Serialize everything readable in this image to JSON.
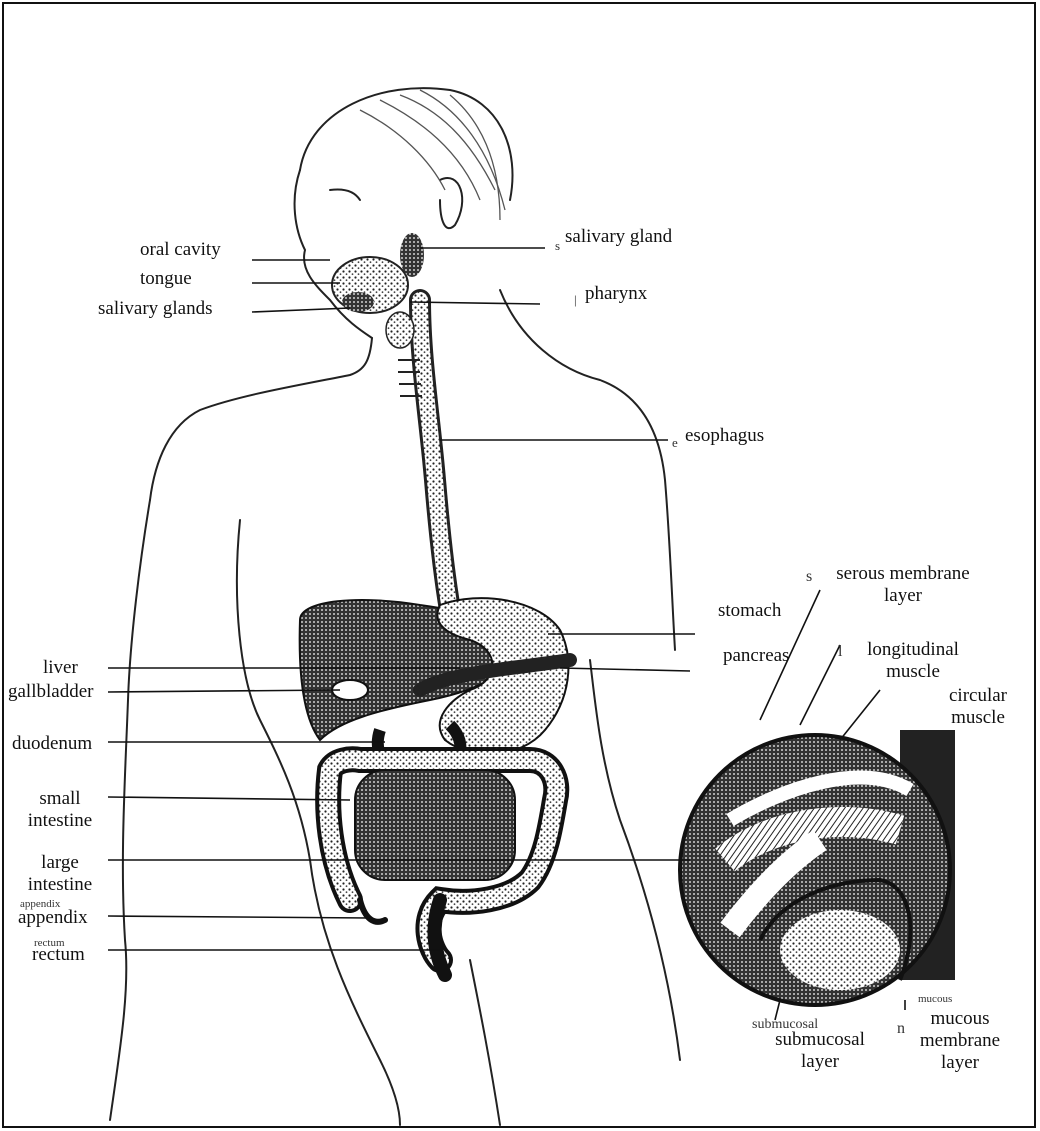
{
  "labels": {
    "oral_cavity": "oral cavity",
    "tongue": "tongue",
    "salivary_glands": "salivary glands",
    "salivary_gland": "salivary gland",
    "pharynx": "pharynx",
    "esophagus": "esophagus",
    "stomach": "stomach",
    "pancreas": "pancreas",
    "liver": "liver",
    "gallbladder": "gallbladder",
    "duodenum": "duodenum",
    "small_intestine": [
      "small",
      "intestine"
    ],
    "large_intestine": [
      "large",
      "intestine"
    ],
    "appendix": "appendix",
    "rectum": "rectum",
    "serous_membrane_layer": [
      "serous membrane",
      "layer"
    ],
    "longitudinal_muscle": [
      "longitudinal",
      "muscle"
    ],
    "circular_muscle": [
      "circular",
      "muscle"
    ],
    "submucosal_layer": [
      "submucosal",
      "layer"
    ],
    "mucous_membrane_layer": [
      "mucous",
      "membrane",
      "layer"
    ]
  },
  "fragments": {
    "s_salivary": "s",
    "p_pharynx": "|",
    "e_esophagus": "e",
    "s_serous": "s",
    "l_longitudinal": "l",
    "n_mucous": "n",
    "appendix_ghost": "appendix",
    "rectum_ghost": "rectum",
    "submucosal_ghost": "submucosal",
    "mucous_ghost": "mucous"
  },
  "colors": {
    "ink": "#111111",
    "paper": "#ffffff",
    "gray": "#8a8a8a"
  }
}
